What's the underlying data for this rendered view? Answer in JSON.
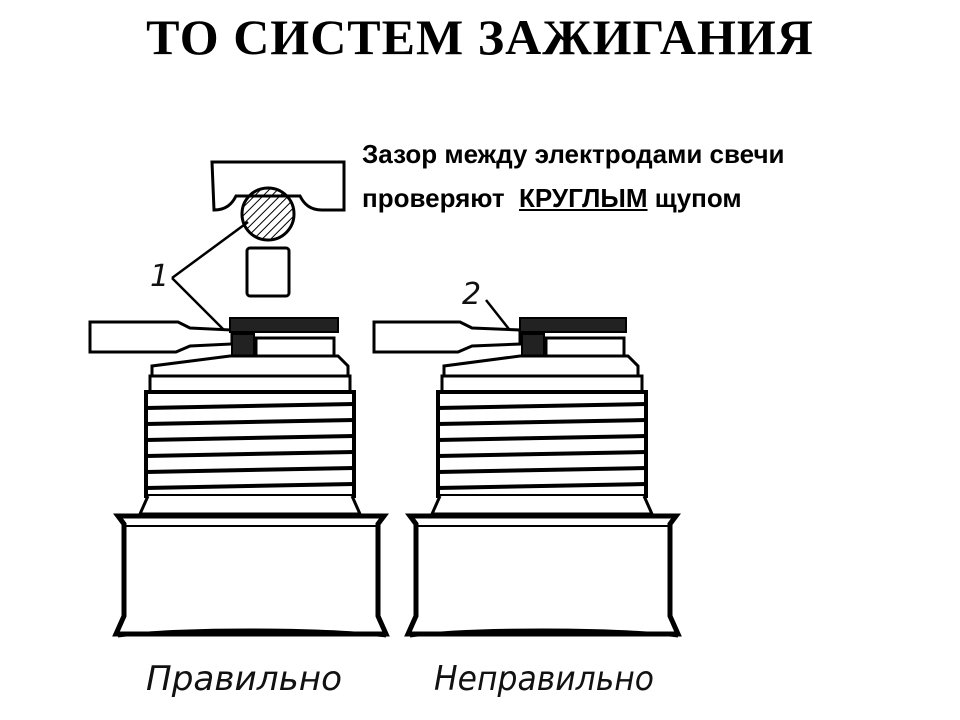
{
  "slide": {
    "title": "ТО СИСТЕМ ЗАЖИГАНИЯ",
    "caption": {
      "line1": "Зазор между электродами свечи",
      "line2_before": "проверяют",
      "line2_emphasis": "КРУГЛЫМ",
      "line2_after": "щупом"
    }
  },
  "diagram": {
    "plug_left": {
      "number": "1",
      "label": "Правильно"
    },
    "plug_right": {
      "number": "2",
      "label": "Неправильно"
    }
  }
}
